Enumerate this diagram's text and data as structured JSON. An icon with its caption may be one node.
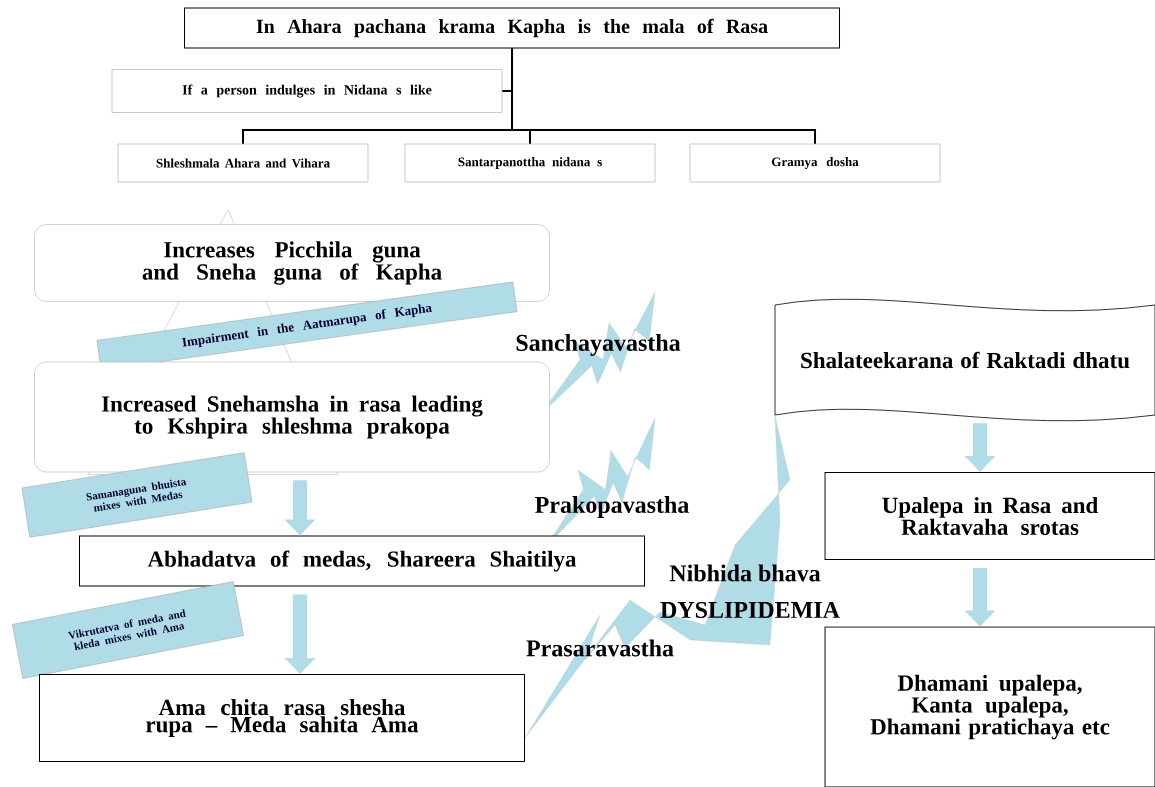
{
  "diagram": {
    "nodes": [
      {
        "text": [
          "In Ahara pachana krama Kapha is the mala of Rasa"
        ]
      },
      {
        "text": [
          "If a person indulges in Nidana s like"
        ]
      },
      {
        "text": [
          "Shleshmala Ahara and Vihara"
        ]
      },
      {
        "text": [
          "Santarpanottha nidana s"
        ]
      },
      {
        "text": [
          "Gramya dosha"
        ]
      },
      {
        "text": [
          "Increases Picchila guna and Sneha guna of Kapha"
        ]
      },
      {
        "text": [
          "Impairment in the  Aatmarupa of Kapha"
        ]
      },
      {
        "text": [
          "Increased Snehamsha in rasa leading to Kshpira shleshma prakopa"
        ]
      },
      {
        "text": [
          "Samanaguna bhuista mixes with Medas"
        ]
      },
      {
        "text": [
          "Abhadatva of medas, Shareera Shaitilya"
        ]
      },
      {
        "text": [
          "Vikrutatva of meda and kleda mixes with Ama"
        ]
      },
      {
        "text": [
          "Ama chita rasa shesha rupa – Meda sahita Ama"
        ]
      },
      {
        "text": [
          "Shalateekarana of Raktadi dhatu"
        ]
      },
      {
        "text": [
          "Upalepa in Rasa and Raktavaha srotas"
        ]
      },
      {
        "text": [
          "Dhamani upalepa, Kanta upalepa, Dhamani pratichaya etc"
        ]
      },
      {
        "text": [],
        "shape": "triangle"
      }
    ],
    "edges": [
      {
        "from": 0,
        "to": 1,
        "arrow": "none",
        "color": "#000000"
      },
      {
        "from": 0,
        "to": 2,
        "arrow": "none",
        "color": "#000000"
      },
      {
        "from": 0,
        "to": 3,
        "arrow": "none",
        "color": "#000000"
      },
      {
        "from": 0,
        "to": 4,
        "arrow": "none",
        "color": "#000000"
      },
      {
        "from": 7,
        "to": 9,
        "arrow": "to",
        "style": "thick",
        "color": "#b0dce8"
      },
      {
        "from": 9,
        "to": 11,
        "arrow": "to",
        "style": "thick",
        "color": "#b0dce8"
      },
      {
        "from": 12,
        "to": 13,
        "arrow": "to",
        "style": "thick",
        "color": "#b0dce8"
      },
      {
        "from": 13,
        "to": 14,
        "arrow": "to",
        "style": "thick",
        "color": "#b0dce8"
      },
      {
        "from": 11,
        "to": 12,
        "arrow": "none",
        "color": "#b0dce8"
      }
    ],
    "labels": [
      "Sanchayavastha",
      "Prakopavastha",
      "Nibhida bhava",
      "DYSLIPIDEMIA",
      "Prasaravastha"
    ]
  }
}
